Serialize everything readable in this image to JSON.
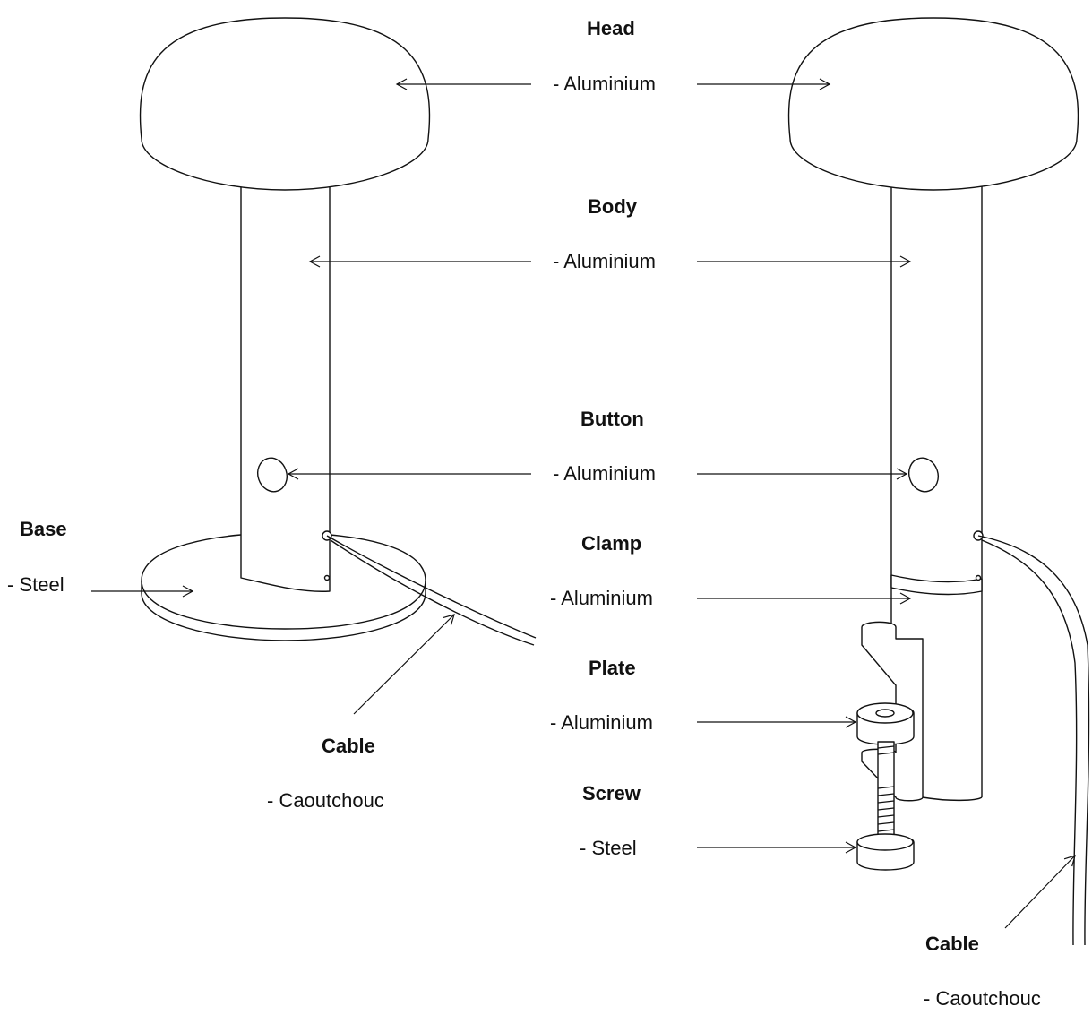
{
  "parts": {
    "head": {
      "title": "Head",
      "material": "- Aluminium"
    },
    "body": {
      "title": "Body",
      "material": "- Aluminium"
    },
    "button": {
      "title": "Button",
      "material": "- Aluminium"
    },
    "clamp": {
      "title": "Clamp",
      "material": "- Aluminium"
    },
    "plate": {
      "title": "Plate",
      "material": "- Aluminium"
    },
    "screw": {
      "title": "Screw",
      "material": "- Steel"
    },
    "base": {
      "title": "Base",
      "material": "- Steel"
    },
    "cable_left": {
      "title": "Cable",
      "material": "- Caoutchouc"
    },
    "cable_right": {
      "title": "Cable",
      "material": "- Caoutchouc"
    }
  },
  "colors": {
    "line": "#111111",
    "background": "#ffffff"
  }
}
